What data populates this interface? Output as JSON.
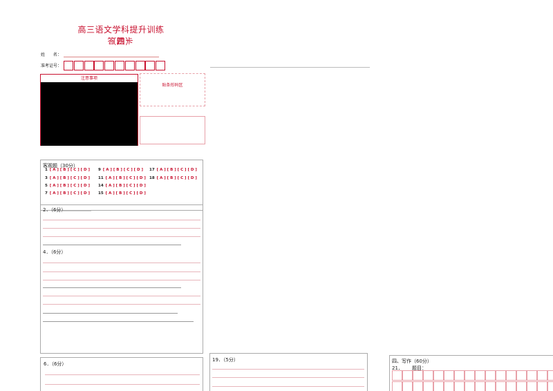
{
  "header": {
    "title": "高三语文学科提升训练（四）",
    "subtitle": "答题卡"
  },
  "student": {
    "name_label": "姓　　名：",
    "ticket_label": "准考证号："
  },
  "notice": {
    "label": "注意事项"
  },
  "barcode": {
    "label": "贴条形码区"
  },
  "objective": {
    "heading": "客观题（30分）",
    "columns": [
      [
        {
          "n": "1",
          "opts": "[ A ] [ B ] [ C ] [ D ]"
        },
        {
          "n": "3",
          "opts": "[ A ] [ B ] [ C ] [ D ]"
        },
        {
          "n": "5",
          "opts": "[ A ] [ B ] [ C ] [ D ]"
        },
        {
          "n": "7",
          "opts": "[ A ] [ B ] [ C ] [ D ]"
        }
      ],
      [
        {
          "n": "9",
          "opts": "[ A ] [ B ] [ C ] [ D ]"
        },
        {
          "n": "11",
          "opts": "[ A ] [ B ] [ C ] [ D ]"
        },
        {
          "n": "14",
          "opts": "[ A ] [ B ] [ C ] [ D ]"
        },
        {
          "n": "15",
          "opts": "[ A ] [ B ] [ C ] [ D ]"
        }
      ],
      [
        {
          "n": "17",
          "opts": "[ A ] [ B ] [ C ] [ D ]"
        },
        {
          "n": "18",
          "opts": "[ A ] [ B ] [ C ] [ D ]"
        }
      ]
    ]
  },
  "questions": {
    "q2": "2．（6分）",
    "q4": "4．（6分）",
    "q6": "6．（6分）",
    "q19": "19．（5分）"
  },
  "writing": {
    "heading": "四、写作（60分）",
    "q21": "21．",
    "topic_label": "题目："
  }
}
